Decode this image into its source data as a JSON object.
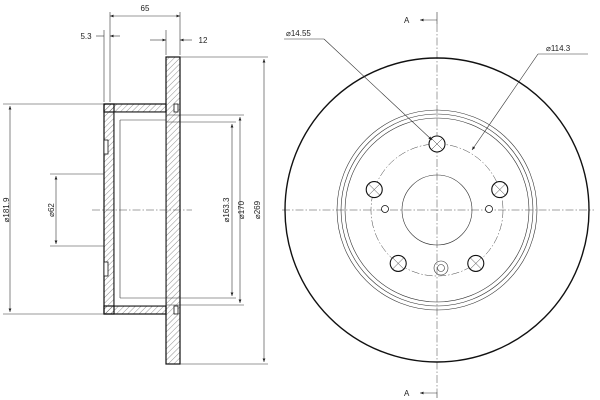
{
  "drawing": {
    "side_view": {
      "dims": {
        "width_total": "65",
        "hat_thickness": "5.3",
        "rotor_thickness": "12",
        "d_centre_bore": "⌀62",
        "d_hat_outer": "⌀181.9",
        "d_inner_1": "⌀163.3",
        "d_inner_2": "⌀170",
        "d_outer": "⌀269"
      }
    },
    "front_view": {
      "section_label_top": "A",
      "section_label_bottom": "A",
      "dims": {
        "hole_diameter": "⌀14.55",
        "pcd": "⌀114.3"
      },
      "bolt_hole_count": 5,
      "pin_hole_count": 2
    }
  }
}
